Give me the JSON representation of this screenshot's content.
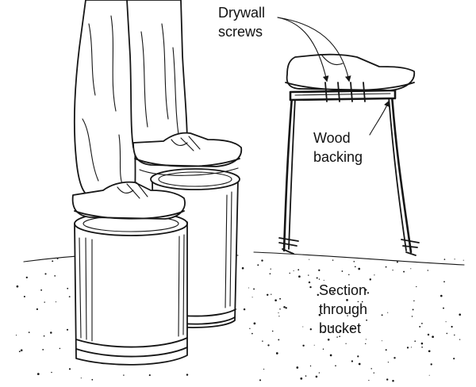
{
  "annotations": {
    "drywall_screws": [
      "Drywall",
      "screws"
    ],
    "wood_backing": [
      "Wood",
      "backing"
    ],
    "section": [
      "Section",
      "through",
      "bucket"
    ]
  },
  "colors": {
    "ink": "#161616",
    "paper": "#ffffff"
  }
}
